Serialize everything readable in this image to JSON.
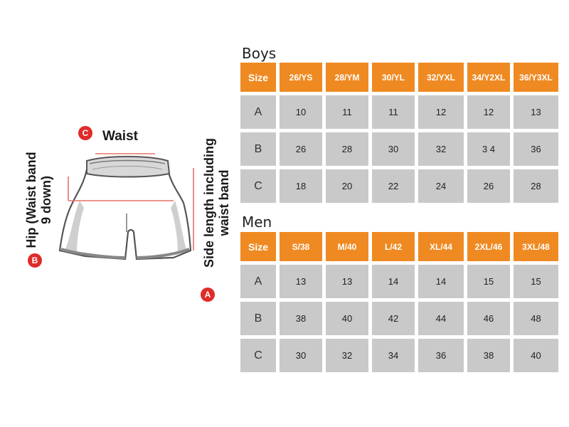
{
  "diagram": {
    "waist_label": "Waist",
    "waist_badge": "C",
    "hip_label_line1": "Hip (Waist band",
    "hip_label_line2": "9 down)",
    "hip_badge": "B",
    "side_label_line1": "Side length including",
    "side_label_line2": "waist band",
    "side_badge": "A"
  },
  "boys": {
    "title": "Boys",
    "headers": [
      "Size",
      "26/YS",
      "28/YM",
      "30/YL",
      "32/YXL",
      "34/Y2XL",
      "36/Y3XL"
    ],
    "rows": [
      [
        "A",
        "10",
        "11",
        "11",
        "12",
        "12",
        "13"
      ],
      [
        "B",
        "26",
        "28",
        "30",
        "32",
        "3 4",
        "36"
      ],
      [
        "C",
        "18",
        "20",
        "22",
        "24",
        "26",
        "28"
      ]
    ]
  },
  "men": {
    "title": "Men",
    "headers": [
      "Size",
      "S/38",
      "M/40",
      "L/42",
      "XL/44",
      "2XL/46",
      "3XL/48"
    ],
    "rows": [
      [
        "A",
        "13",
        "13",
        "14",
        "14",
        "15",
        "15"
      ],
      [
        "B",
        "38",
        "40",
        "42",
        "44",
        "46",
        "48"
      ],
      [
        "C",
        "30",
        "32",
        "34",
        "36",
        "38",
        "40"
      ]
    ]
  },
  "colors": {
    "header_orange": "#ef8a22",
    "cell_grey": "#c9c9c9",
    "measure_line_red": "#e8706a",
    "badge_red": "#e02b2b"
  }
}
